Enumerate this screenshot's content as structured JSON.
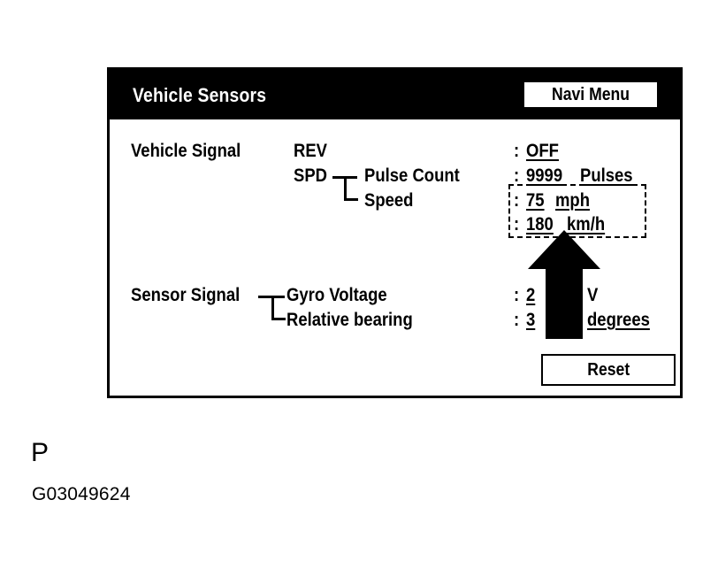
{
  "window": {
    "title": "Vehicle Sensors"
  },
  "buttons": {
    "navi_menu": "Navi Menu",
    "reset": "Reset"
  },
  "vehicle_signal": {
    "label": "Vehicle Signal",
    "rev": {
      "label": "REV",
      "sep": ":",
      "value": "OFF"
    },
    "spd": {
      "label": "SPD",
      "pulse_count": {
        "label": "Pulse Count",
        "sep": ":",
        "value": "9999",
        "unit": "Pulses"
      },
      "speed": {
        "label": "Speed",
        "mph": {
          "sep": ":",
          "value": "75",
          "unit": "mph"
        },
        "kmh": {
          "sep": ":",
          "value": "180",
          "unit": "km/h"
        }
      }
    }
  },
  "sensor_signal": {
    "label": "Sensor Signal",
    "gyro_voltage": {
      "label": "Gyro Voltage",
      "sep": ":",
      "value": "2",
      "unit": "V"
    },
    "relative_bearing": {
      "label": "Relative bearing",
      "sep": ":",
      "value": "3",
      "unit": "degrees"
    }
  },
  "figure": {
    "letter": "P",
    "code": "G03049624"
  }
}
